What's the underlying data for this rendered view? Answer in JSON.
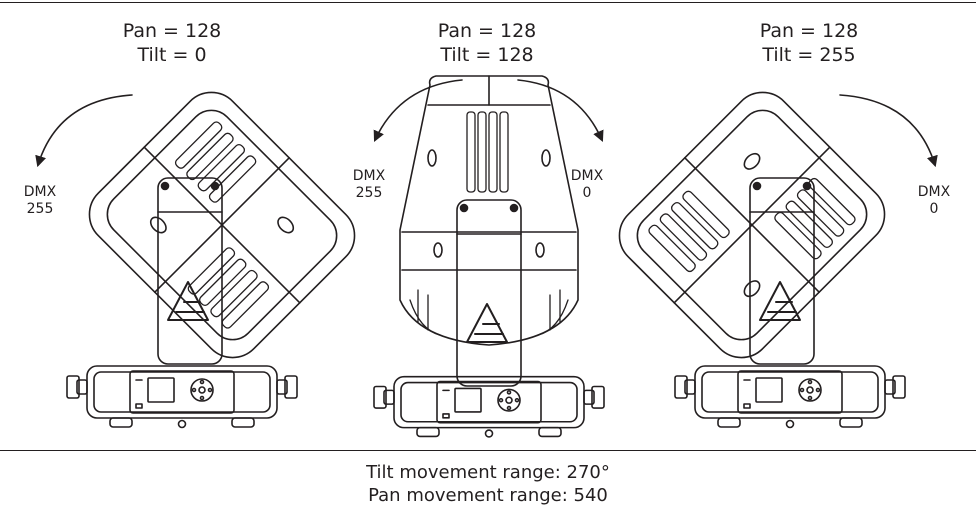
{
  "panels": [
    {
      "pan": "Pan = 128",
      "tilt": "Tilt = 0"
    },
    {
      "pan": "Pan = 128",
      "tilt": "Tilt = 128"
    },
    {
      "pan": "Pan = 128",
      "tilt": "Tilt = 255"
    }
  ],
  "dmx_labels": {
    "left_255": {
      "line1": "DMX",
      "line2": "255"
    },
    "center_255": {
      "line1": "DMX",
      "line2": "255"
    },
    "center_0": {
      "line1": "DMX",
      "line2": "0"
    },
    "right_0": {
      "line1": "DMX",
      "line2": "0"
    }
  },
  "footer": {
    "tilt_range": "Tilt movement range: 270°",
    "pan_range": "Pan movement range: 540"
  },
  "colors": {
    "line": "#231f20",
    "background": "#ffffff"
  },
  "icons": [
    "moving-head-fixture",
    "rotation-arrow",
    "logo-triangle"
  ]
}
